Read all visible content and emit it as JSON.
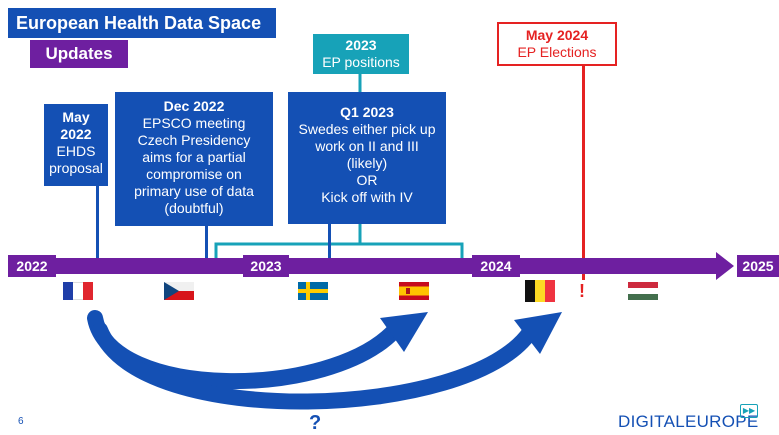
{
  "header": {
    "title": "European Health Data Space",
    "subtitle": "Updates"
  },
  "events": {
    "may2022": {
      "date_line1": "May",
      "date_line2": "2022",
      "desc_line1": "EHDS",
      "desc_line2": "proposal"
    },
    "dec2022": {
      "date": "Dec 2022",
      "lines": [
        "EPSCO meeting",
        "Czech Presidency",
        "aims for a partial",
        "compromise on",
        "primary use of data",
        "(doubtful)"
      ]
    },
    "q12023": {
      "date": "Q1 2023",
      "lines": [
        "Swedes either pick up",
        "work on II and III",
        "(likely)",
        "OR",
        "Kick off with IV"
      ]
    },
    "ep2023": {
      "date": "2023",
      "desc": "EP positions"
    },
    "may2024": {
      "date": "May 2024",
      "desc": "EP Elections"
    }
  },
  "timeline": {
    "years": [
      "2022",
      "2023",
      "2024",
      "2025"
    ]
  },
  "presidencies": [
    "France",
    "Czech Republic",
    "Sweden",
    "Spain",
    "Belgium",
    "Hungary"
  ],
  "markers": {
    "exclamation": "!"
  },
  "footer": {
    "page_number": "6",
    "question": "?",
    "logo": "DIGITALEUROPE",
    "logo_icon": "fast-forward-icon"
  },
  "colors": {
    "blue": "#1450b4",
    "purple": "#6e1fa0",
    "teal": "#17a2b8",
    "red": "#e52222"
  }
}
